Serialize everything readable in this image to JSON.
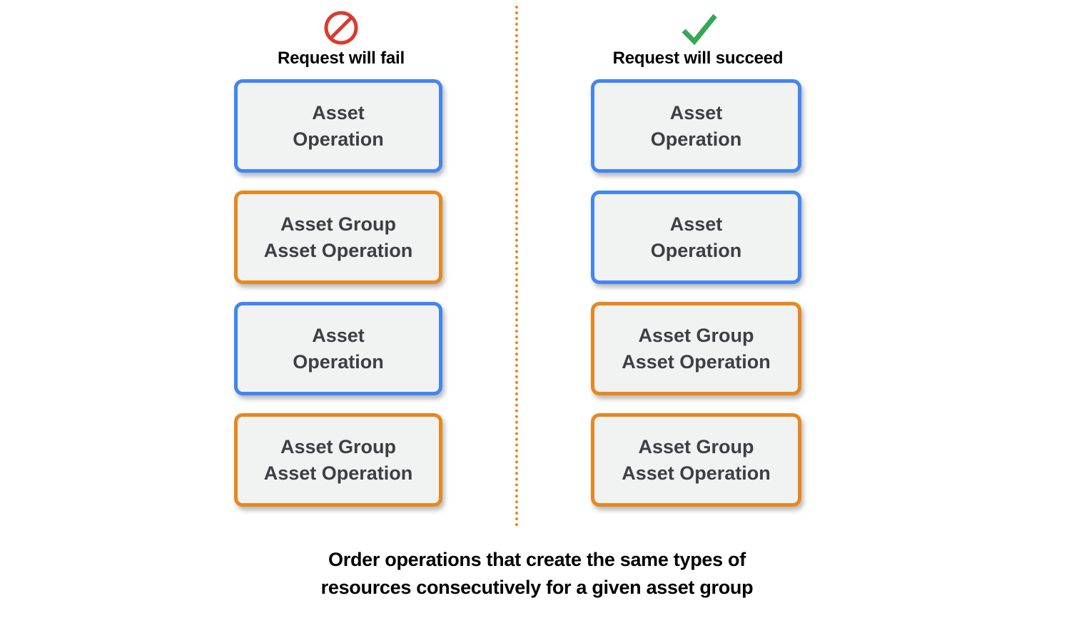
{
  "diagram": {
    "divider": {
      "style": "dotted-vertical",
      "color": "#E8871E"
    },
    "colors": {
      "blue_border": "#4285F4",
      "orange_border": "#E8871E",
      "card_fill": "#F1F2F2",
      "card_text": "#3C4043",
      "fail_icon": "#D93B30",
      "success_icon": "#34A853"
    },
    "columns": [
      {
        "key": "fail",
        "icon": "prohibition-icon",
        "label": "Request will fail",
        "cards": [
          {
            "type": "blue",
            "lines": [
              "Asset",
              "Operation"
            ]
          },
          {
            "type": "orange",
            "lines": [
              "Asset Group",
              "Asset Operation"
            ]
          },
          {
            "type": "blue",
            "lines": [
              "Asset",
              "Operation"
            ]
          },
          {
            "type": "orange",
            "lines": [
              "Asset Group",
              "Asset Operation"
            ]
          }
        ]
      },
      {
        "key": "succeed",
        "icon": "check-icon",
        "label": "Request will succeed",
        "cards": [
          {
            "type": "blue",
            "lines": [
              "Asset",
              "Operation"
            ]
          },
          {
            "type": "blue",
            "lines": [
              "Asset",
              "Operation"
            ]
          },
          {
            "type": "orange",
            "lines": [
              "Asset Group",
              "Asset Operation"
            ]
          },
          {
            "type": "orange",
            "lines": [
              "Asset Group",
              "Asset Operation"
            ]
          }
        ]
      }
    ],
    "caption": {
      "line1": "Order operations that create the same types of",
      "line2": "resources consecutively for a given asset group"
    }
  }
}
